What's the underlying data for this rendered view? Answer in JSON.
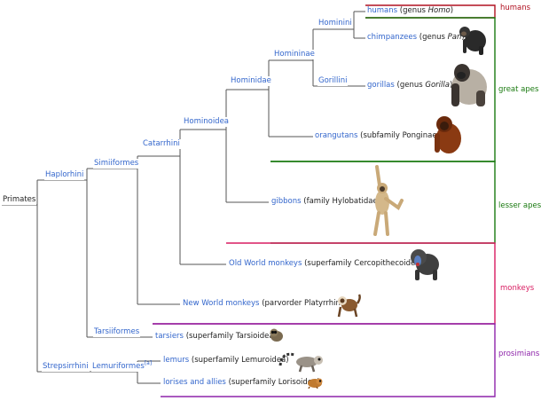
{
  "root": {
    "label": "Primates"
  },
  "clades": {
    "haplorhini": "Haplorhini",
    "simiiformes": "Simiiformes",
    "catarrhini": "Catarrhini",
    "hominoidea": "Hominoidea",
    "hominidae": "Hominidae",
    "homininae": "Homininae",
    "hominini": "Hominini",
    "gorillini": "Gorillini",
    "tarsiiformes": "Tarsiiformes",
    "strepsirrhini": "Strepsirrhini",
    "lemuriformes": "Lemuriformes",
    "lemuriformes_note": "[a]"
  },
  "taxa": {
    "humans": {
      "name": "humans",
      "pre": "(genus ",
      "genus": "Homo",
      "post": ")"
    },
    "chimpanzees": {
      "name": "chimpanzees",
      "pre": "(genus ",
      "genus": "Pan",
      "post": ")"
    },
    "gorillas": {
      "name": "gorillas",
      "pre": "(genus ",
      "genus": "Gorilla",
      "post": ")"
    },
    "orangutans": {
      "name": "orangutans",
      "detail": "(subfamily Ponginae)"
    },
    "gibbons": {
      "name": "gibbons",
      "detail": "(family Hylobatidae)"
    },
    "old_world_monkeys": {
      "name": "Old World monkeys",
      "detail": "(superfamily Cercopithecoidea)"
    },
    "new_world_monkeys": {
      "name": "New World monkeys",
      "detail": "(parvorder Platyrrhini)"
    },
    "tarsiers": {
      "name": "tarsiers",
      "detail": "(superfamily Tarsioidea)"
    },
    "lemurs": {
      "name": "lemurs",
      "detail": "(superfamily Lemuroidea)"
    },
    "lorises": {
      "name": "lorises and allies",
      "detail": "(superfamily Lorisoidea)"
    }
  },
  "groups": [
    {
      "key": "humans",
      "label": "humans",
      "color": "#b01020"
    },
    {
      "key": "great_apes",
      "label": "great apes",
      "color": "#1a7a10"
    },
    {
      "key": "lesser_apes",
      "label": "lesser apes",
      "color": "#1a7a10"
    },
    {
      "key": "monkeys",
      "label": "monkeys",
      "color": "#d81b60"
    },
    {
      "key": "prosimians",
      "label": "prosimians",
      "color": "#8e24aa"
    }
  ],
  "colors": {
    "link": "#3366cc",
    "line": "#555555"
  },
  "icons": [
    "chimpanzee-icon",
    "gorilla-icon",
    "orangutan-icon",
    "gibbon-icon",
    "mandrill-icon",
    "capuchin-icon",
    "tarsier-icon",
    "lemur-icon",
    "loris-icon"
  ]
}
